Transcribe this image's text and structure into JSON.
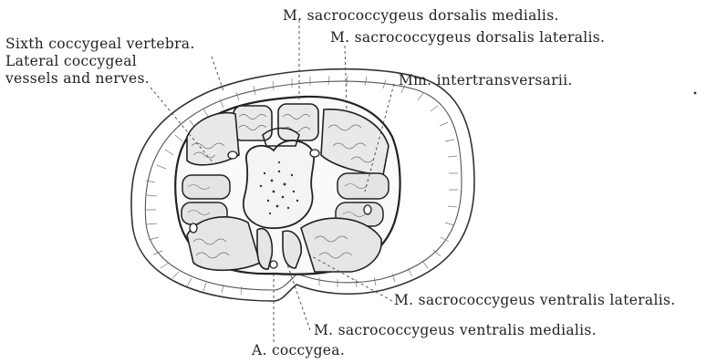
{
  "labels": {
    "sixth_vertebra": "Sixth coccygeal vertebra.",
    "lateral_vessels_1": "Lateral coccygeal",
    "lateral_vessels_2": "vessels and nerves.",
    "dorsalis_medialis": "M. sacrococcygeus dorsalis medialis.",
    "dorsalis_lateralis": "M. sacrococcygeus dorsalis lateralis.",
    "intertransversarii": "Mm. intertransversarii.",
    "ventralis_lateralis": "M. sacrococcygeus ventralis lateralis.",
    "ventralis_medialis": "M. sacrococcygeus ventralis medialis.",
    "a_coccygea": "A. coccygea."
  }
}
